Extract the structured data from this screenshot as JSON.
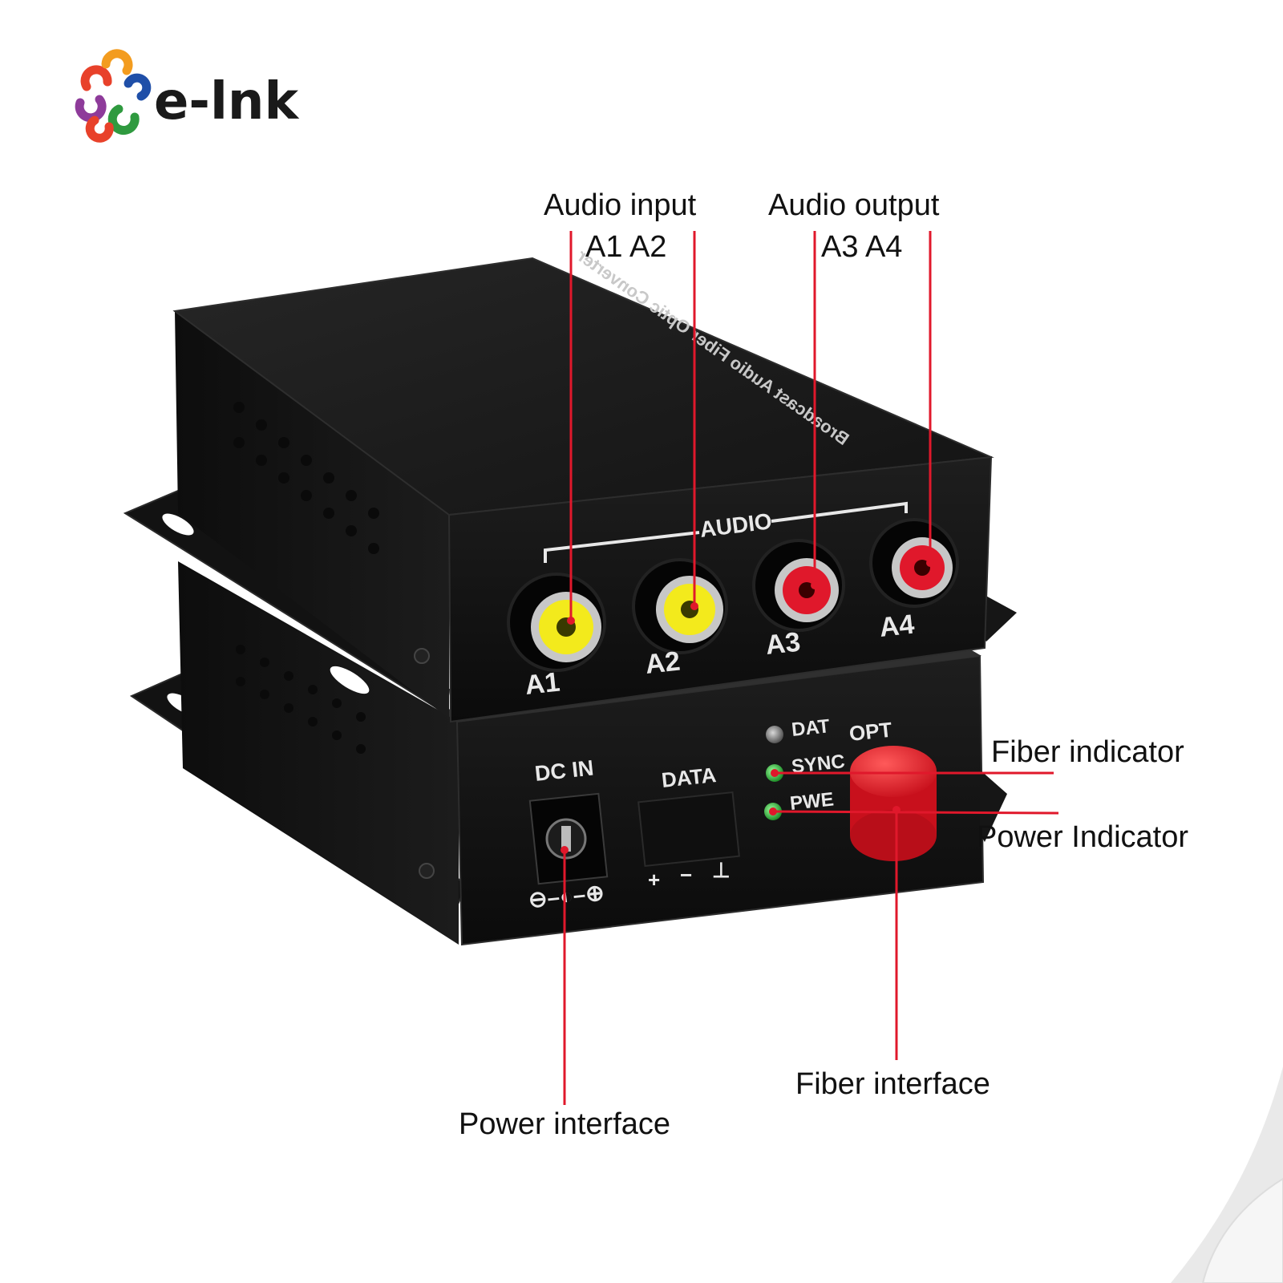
{
  "brand": {
    "name": "e-lnk",
    "logo_colors": [
      "#e8412a",
      "#f39c1f",
      "#1f4fa8",
      "#8e3b9a",
      "#2f9a3f",
      "#e8412a"
    ]
  },
  "callouts": {
    "audio_input_title": "Audio input",
    "audio_input_ports": "A1 A2",
    "audio_output_title": "Audio output",
    "audio_output_ports": "A3 A4",
    "fiber_indicator": "Fiber indicator",
    "power_indicator": "Power Indicator",
    "fiber_interface": "Fiber interface",
    "power_interface": "Power interface",
    "line_color": "#e0182b"
  },
  "device": {
    "top_print": "Broadcast Audio Fiber Optic Converter",
    "audio_group_label": "AUDIO",
    "ports": [
      {
        "label": "A1",
        "color": "yellow",
        "hex": "#f3ea1c"
      },
      {
        "label": "A2",
        "color": "yellow",
        "hex": "#f3ea1c"
      },
      {
        "label": "A3",
        "color": "red",
        "hex": "#e0182b"
      },
      {
        "label": "A4",
        "color": "red",
        "hex": "#e0182b"
      }
    ],
    "dc_in_label": "DC IN",
    "data_label": "DATA",
    "data_pins": [
      "+",
      "−",
      "⊥"
    ],
    "polarity_label": "⊖–◐–⊕",
    "opt_label": "OPT",
    "leds": [
      {
        "label": "DAT",
        "color": "gray",
        "hex": "#8a8a8a"
      },
      {
        "label": "SYNC",
        "color": "green",
        "hex": "#2fbf3a"
      },
      {
        "label": "PWE",
        "color": "green",
        "hex": "#2fbf3a"
      }
    ],
    "fiber_cap_color": "#e3202c",
    "body_color": "#161616"
  }
}
